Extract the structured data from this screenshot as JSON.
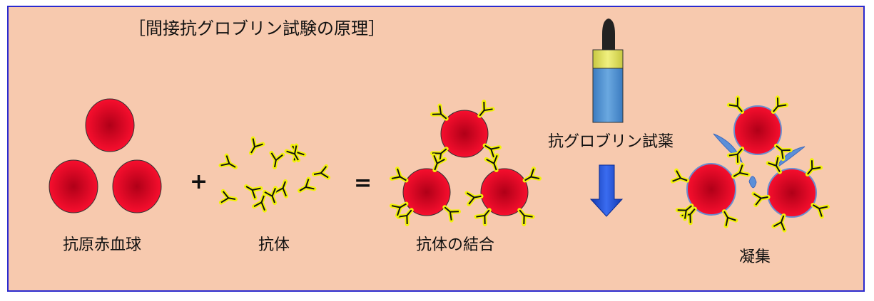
{
  "title": "［間接抗グロブリン試験の原理］",
  "labels": {
    "antigen_rbc": "抗原赤血球",
    "antibody": "抗体",
    "antibody_binding": "抗体の結合",
    "antiglobulin_reagent": "抗グロブリン試薬",
    "agglutination": "凝集"
  },
  "operators": {
    "plus": "+",
    "equals": "="
  },
  "colors": {
    "background": "#f7c9ae",
    "border": "#2a2acf",
    "cell_red": "#e8102a",
    "antibody_yellow": "#f2f20a",
    "arrow_blue": "#1f4fd6",
    "vial_blue": "#4b8fd0",
    "vial_cap": "#e0e05a",
    "antiglobulin_blue": "#5b8fd8"
  }
}
